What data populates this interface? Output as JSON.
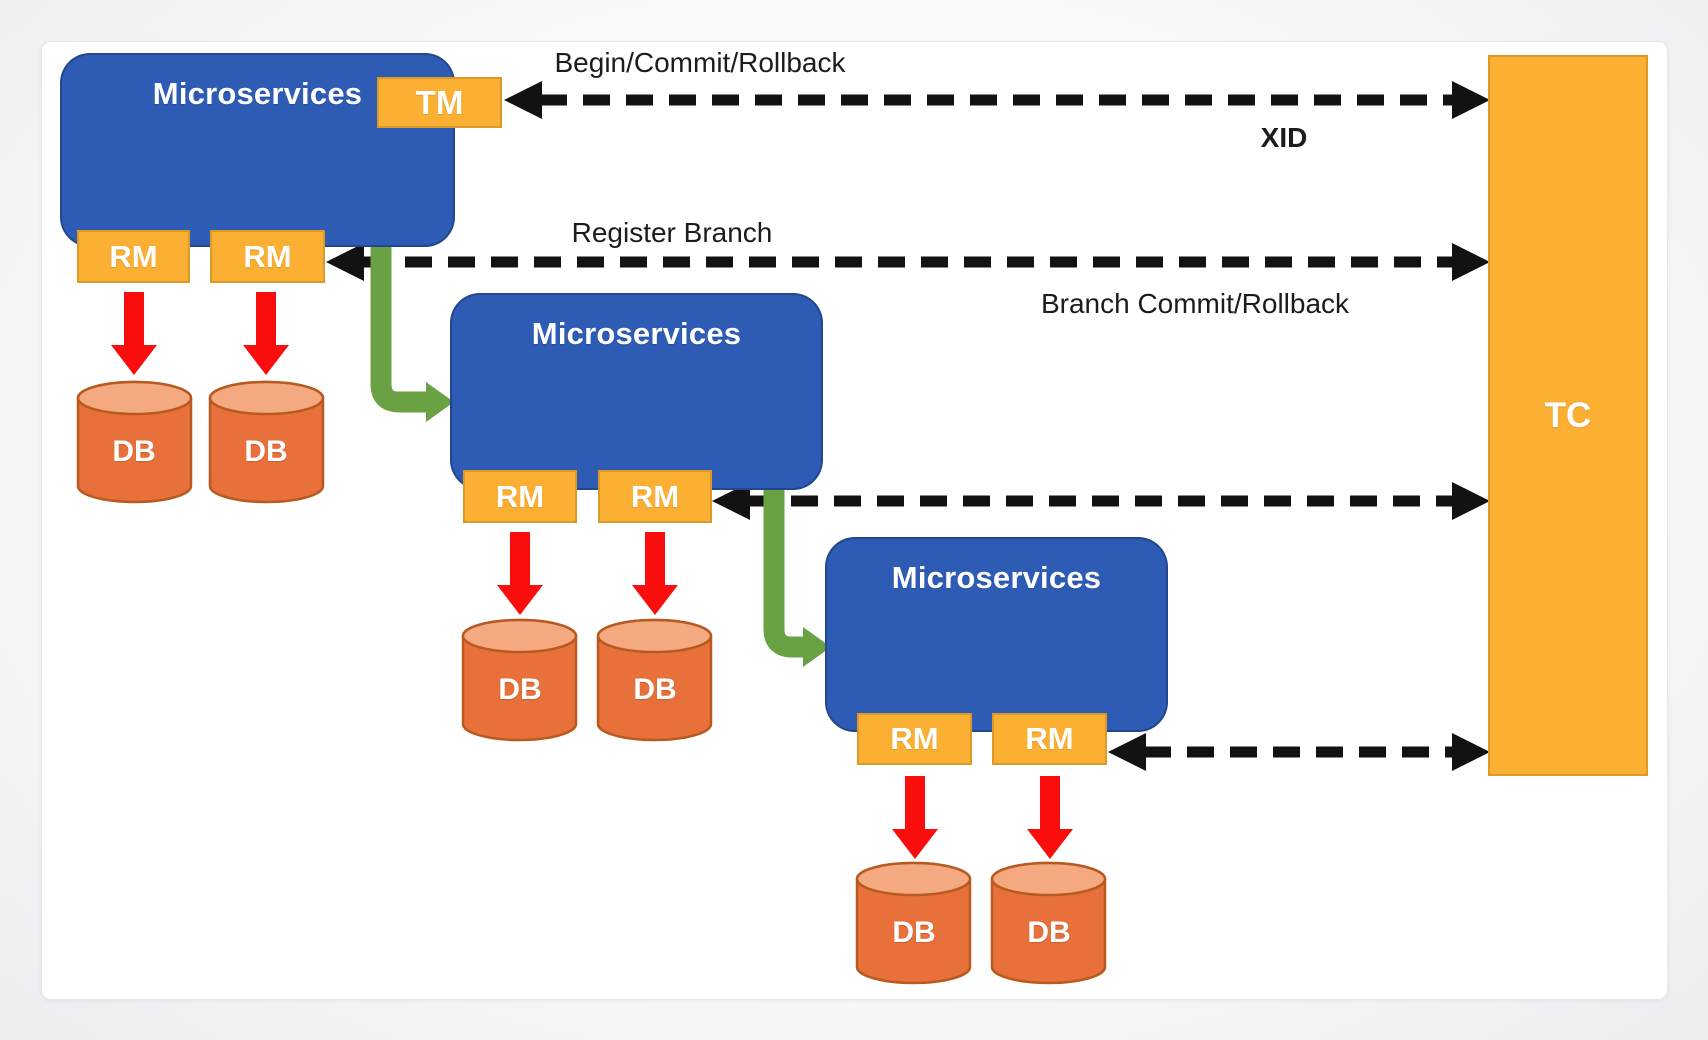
{
  "labels": {
    "microservices": "Microservices",
    "tm": "TM",
    "rm": "RM",
    "db": "DB",
    "tc": "TC"
  },
  "edge_labels": {
    "begin_commit_rollback": "Begin/Commit/Rollback",
    "xid": "XID",
    "register_branch": "Register Branch",
    "branch_commit_rollback": "Branch Commit/Rollback"
  },
  "colors": {
    "microservice_blue": "#2E5CB5",
    "badge_orange": "#FBB034",
    "badge_border": "#DB9A28",
    "db_body": "#E8703A",
    "db_top": "#F4A981",
    "db_stroke": "#B85A1F",
    "arrow_green": "#6AA143",
    "arrow_red": "#FA0D0D",
    "arrow_black": "#121212"
  }
}
